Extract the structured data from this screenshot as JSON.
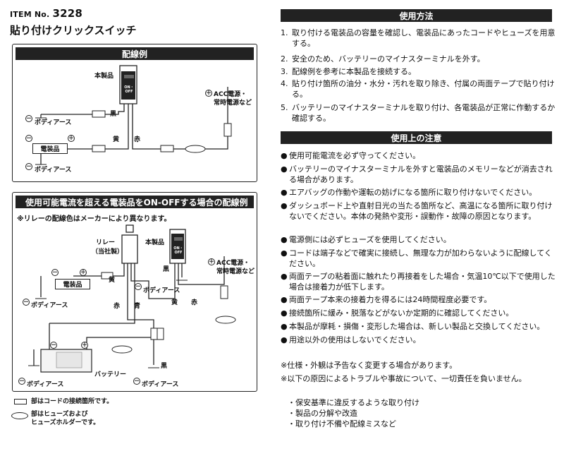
{
  "header": {
    "item_prefix": "ITEM No.",
    "item_number": "3228",
    "product_name": "貼り付けクリックスイッチ"
  },
  "diagram1": {
    "title": "配線例",
    "product_label": "本製品",
    "switch_label": "ON・OFF",
    "acc_label": "ACC電源・",
    "acc_label2": "常時電源など",
    "body_ground_1": "ボディアース",
    "body_ground_2": "ボディアース",
    "device_label": "電装品",
    "wire_black": "黒",
    "wire_yellow": "黄",
    "wire_red": "赤",
    "minus": "－",
    "plus": "＋"
  },
  "diagram2": {
    "title": "使用可能電流を超える電装品をON-OFFする場合の配線例",
    "note": "※リレーの配線色はメーカーにより異なります。",
    "relay_label": "リレー",
    "relay_sub": "（当社製）",
    "product_label": "本製品",
    "switch_label": "ON・OFF",
    "acc_label": "ACC電源・",
    "acc_label2": "常時電源など",
    "device_label": "電装品",
    "body_ground_a": "ボディアース",
    "body_ground_b": "ボディアース",
    "body_ground_c": "ボディアース",
    "body_ground_d": "ボディアース",
    "battery_label": "バッテリー",
    "wire_yellow": "黄",
    "wire_red": "赤",
    "wire_blue": "青",
    "wire_black": "黒",
    "wire_yellow2": "黄",
    "wire_red2": "赤",
    "wire_black2": "黒",
    "minus": "－",
    "plus": "＋"
  },
  "legend": {
    "connector_text": "部はコードの接続箇所です。",
    "fuse_text_1": "部はヒューズおよび",
    "fuse_text_2": "ヒューズホルダーです。"
  },
  "usage": {
    "title": "使用方法",
    "steps": [
      {
        "n": "1.",
        "t": "取り付ける電装品の容量を確認し、電装品にあったコードやヒューズを用意する。"
      },
      {
        "n": "2.",
        "t": "安全のため、バッテリーのマイナスターミナルを外す。"
      },
      {
        "n": "3.",
        "t": "配線例を参考に本製品を接続する。"
      },
      {
        "n": "4.",
        "t": "貼り付け箇所の油分・水分・汚れを取り除き、付属の両面テープで貼り付ける。"
      },
      {
        "n": "5.",
        "t": "バッテリーのマイナスターミナルを取り付け、各電装品が正常に作動するか確認する。"
      }
    ]
  },
  "cautions": {
    "title": "使用上の注意",
    "bullet": "●",
    "items": [
      "使用可能電流を必ず守ってください。",
      "バッテリーのマイナスターミナルを外すと電装品のメモリーなどが消去される場合があります。",
      "エアバッグの作動や運転の妨げになる箇所に取り付けないでください。",
      "ダッシュボード上や直射日光の当たる箇所など、高温になる箇所に取り付けないでください。本体の発熱や変形・誤動作・故障の原因となります。",
      "電源側には必ずヒューズを使用してください。",
      "コードは端子などで確実に接続し、無理な力が加わらないように配線してください。",
      "両面テープの粘着面に触れたり再接着をした場合・気温10℃以下で使用した場合は接着力が低下します。",
      "両面テープ本来の接着力を得るには24時間程度必要です。",
      "接続箇所に緩み・脱落などがないか定期的に確認してください。",
      "本製品が摩耗・損傷・変形した場合は、新しい製品と交換してください。",
      "用途以外の使用はしないでください。"
    ]
  },
  "footer_notes": {
    "note1": "※仕様・外観は予告なく変更する場合があります。",
    "note2": "※以下の原因によるトラブルや事故について、一切責任を負いません。",
    "list": [
      "・保安基準に違反するような取り付け",
      "・製品の分解や改造",
      "・取り付け不備や配線ミスなど"
    ]
  }
}
